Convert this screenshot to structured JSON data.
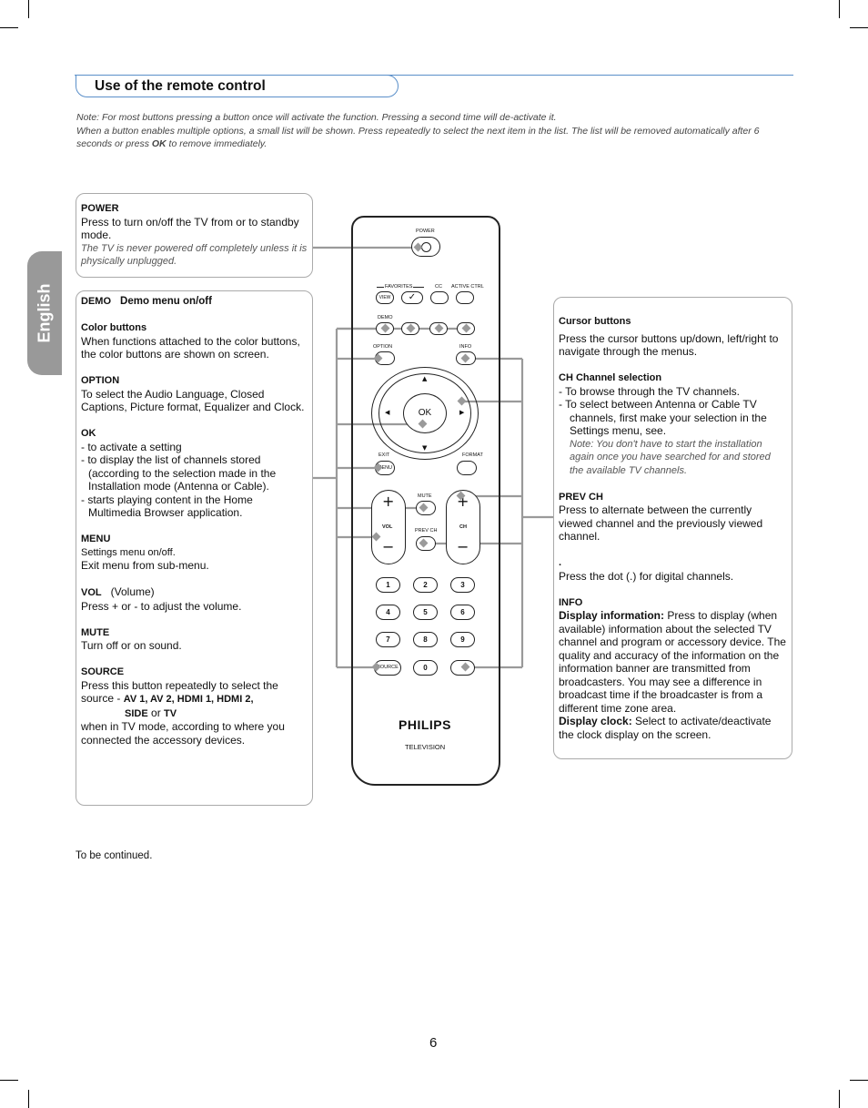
{
  "title": "Use of the remote control",
  "side_tab": "English",
  "note": {
    "line1": "Note: For most buttons pressing a button once will activate the function. Pressing a second time will de-activate it.",
    "line2a": "When a button enables multiple options, a small list will be shown. Press repeatedly to select the next item in the list. The list will be removed automatically after 6 seconds or press ",
    "ok": "OK",
    "line2b": " to remove immediately."
  },
  "power_box": {
    "heading": "POWER",
    "text": "Press to turn on/off the TV from or to standby mode.",
    "note": "The TV is never powered off completely unless it is physically unplugged."
  },
  "left_box": {
    "demo_key": "DEMO",
    "demo_text": "Demo menu on/off",
    "color_heading": "Color buttons",
    "color_text": "When functions attached to the color buttons, the color buttons are shown on screen.",
    "option_heading": "OPTION",
    "option_text": "To select the Audio Language, Closed Captions, Picture format, Equalizer and Clock.",
    "ok_heading": "OK",
    "ok_items": [
      "- to activate a setting",
      "- to display the list of channels stored (according to the selection made in the Installation mode (Antenna or Cable).",
      "- starts playing content in the Home Multimedia Browser application."
    ],
    "menu_heading": "MENU",
    "menu_line1": "Settings menu on/off.",
    "menu_line2": "Exit menu from sub-menu.",
    "vol_key": "VOL",
    "vol_paren": "(Volume)",
    "vol_text": "Press + or - to adjust the volume.",
    "mute_heading": "MUTE",
    "mute_text": "Turn off or on sound.",
    "source_heading": "SOURCE",
    "source_text1": "Press this button repeatedly to select the source - ",
    "source_list1": "AV 1, AV 2, HDMI 1, HDMI 2,",
    "source_list2a": "SIDE",
    "source_or": " or ",
    "source_list2b": "TV",
    "source_text2": "when in TV mode, according to where you connected the accessory devices."
  },
  "right_box": {
    "cursor_heading": "Cursor buttons",
    "cursor_text": "Press the cursor buttons up/down, left/right to navigate through the menus.",
    "ch_heading": "CH  Channel selection",
    "ch_items": [
      "-  To browse through the TV channels.",
      "-  To select between Antenna or Cable TV channels, first make your selection in the Settings menu, see."
    ],
    "ch_note": "Note: You don't have to start the installation again once you have searched for and stored the available TV channels.",
    "prevch_heading": "PREV CH",
    "prevch_text": "Press to alternate between the currently viewed channel and the previously viewed channel.",
    "dot_heading": ".",
    "dot_text": "Press the dot (.) for digital channels.",
    "info_heading": "INFO",
    "info_bold1": "Display information:",
    "info_text1": " Press to display (when available) information about the selected TV channel and program or accessory device. The quality and accuracy of the information on the information banner are transmitted from broadcasters. You may see a difference in broadcast time if the broadcaster is from a different time zone area.",
    "info_bold2": "Display clock:",
    "info_text2": " Select to activate/deactivate the clock display on the screen."
  },
  "remote": {
    "power_label": "POWER",
    "favorites_label": "FAVORITES",
    "cc_label": "CC",
    "active_ctrl_label": "ACTIVE CTRL",
    "view_label": "VIEW",
    "check_symbol": "✓",
    "demo_label": "DEMO",
    "option_label": "OPTION",
    "info_label": "INFO",
    "ok_label": "OK",
    "exit_label": "EXIT",
    "format_label": "FORMAT",
    "menu_label": "MENU",
    "mute_label": "MUTE",
    "vol_label": "VOL",
    "ch_label": "CH",
    "prevch_label": "PREV CH",
    "plus": "+",
    "minus": "−",
    "digits": [
      "1",
      "2",
      "3",
      "4",
      "5",
      "6",
      "7",
      "8",
      "9"
    ],
    "zero": "0",
    "source_label": "SOURCE",
    "dot_label": "•",
    "brand": "PHILIPS",
    "subbrand": "TELEVISION"
  },
  "to_be_continued": "To be continued.",
  "page_number": "6",
  "colors": {
    "accent": "#5a8fc9",
    "connector": "#9a9a9a",
    "tab": "#999999"
  }
}
